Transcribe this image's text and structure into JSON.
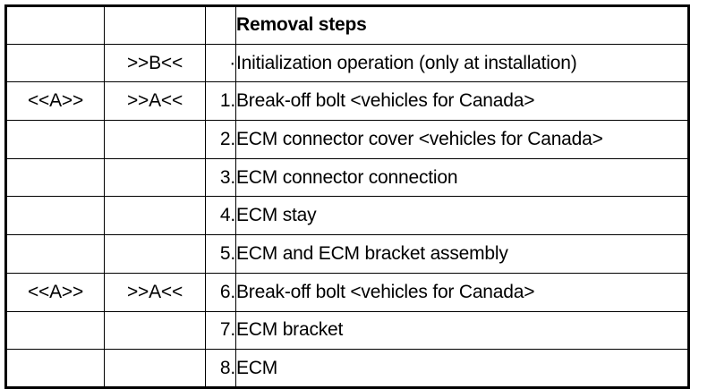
{
  "table": {
    "columns": [
      {
        "key": "mark_a",
        "header": ""
      },
      {
        "key": "mark_b",
        "header": ""
      },
      {
        "key": "step_no",
        "header": ""
      },
      {
        "key": "description",
        "header": "Removal steps"
      }
    ],
    "header": {
      "col1": "",
      "col2": "",
      "col3": "",
      "col4": "Removal steps"
    },
    "rows": [
      {
        "mark_a": "",
        "mark_b": ">>B<<",
        "step_no": "·",
        "description": "Initialization operation (only at installation)"
      },
      {
        "mark_a": "<<A>>",
        "mark_b": ">>A<<",
        "step_no": "1.",
        "description": "Break-off bolt <vehicles for Canada>"
      },
      {
        "mark_a": "",
        "mark_b": "",
        "step_no": "2.",
        "description": "ECM connector cover <vehicles for Canada>"
      },
      {
        "mark_a": "",
        "mark_b": "",
        "step_no": "3.",
        "description": "ECM connector connection"
      },
      {
        "mark_a": "",
        "mark_b": "",
        "step_no": "4.",
        "description": "ECM stay"
      },
      {
        "mark_a": "",
        "mark_b": "",
        "step_no": "5.",
        "description": "ECM and ECM bracket assembly"
      },
      {
        "mark_a": "<<A>>",
        "mark_b": ">>A<<",
        "step_no": "6.",
        "description": "Break-off bolt <vehicles for Canada>"
      },
      {
        "mark_a": "",
        "mark_b": "",
        "step_no": "7.",
        "description": "ECM bracket"
      },
      {
        "mark_a": "",
        "mark_b": "",
        "step_no": "8.",
        "description": "ECM"
      }
    ]
  },
  "style": {
    "text_color": "#000000",
    "background_color": "#ffffff",
    "border_color": "#000000"
  }
}
